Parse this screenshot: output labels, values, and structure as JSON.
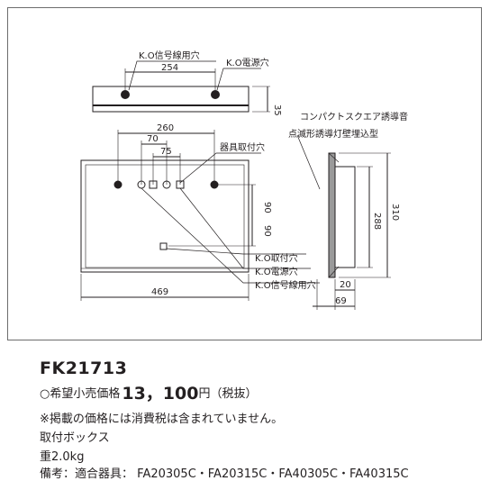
{
  "drawing": {
    "labels": {
      "ko_signal_hole_top": "K.O信号線用穴",
      "ko_power_hole_top": "K.O電源穴",
      "fixture_mount_hole": "器具取付穴",
      "ko_mount_hole": "K.O取付穴",
      "ko_power_hole": "K.O電源穴",
      "ko_signal_hole": "K.O信号線用穴",
      "product_type_line1": "コンパクトスクエア誘導音",
      "product_type_line2": "点滅形誘導灯壁埋込型"
    },
    "dimensions": {
      "d254": "254",
      "d35": "35",
      "d260": "260",
      "d70": "70",
      "d75": "75",
      "d90a": "90",
      "d90b": "90",
      "d469": "469",
      "d288": "288",
      "d310": "310",
      "d20": "20",
      "d69": "69"
    }
  },
  "product": {
    "code": "FK21713",
    "price_prefix": "○希望小売価格",
    "price_value": "13，100",
    "price_suffix": "円（税抜）",
    "tax_note": "※掲載の価格には消費税は含まれていません。",
    "name": "取付ボックス",
    "weight": "重2.0kg",
    "compat_label": "備考：適合器具：",
    "compat_models": "FA20305C・FA20315C・FA40305C・FA40315C"
  }
}
